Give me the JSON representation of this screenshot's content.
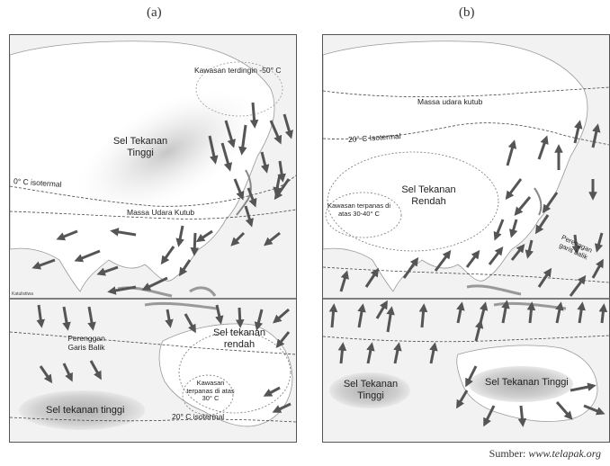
{
  "panels": [
    {
      "label": "(a)",
      "labels": {
        "coldest": "Kawasan terdingin -50° C",
        "high": "Sel Tekanan Tinggi",
        "iso0": "0° C  isotermal",
        "polar": "Massa Udara Kutub",
        "katulistiwa": "Katulistiwa",
        "trough": "Perenggan Garis Balik",
        "low": "Sel tekanan rendah",
        "hot": "Kawasan terpanas di atas 30° C",
        "high_south": "Sel tekanan tinggi",
        "iso20": "20° C  isotermal"
      }
    },
    {
      "label": "(b)",
      "labels": {
        "polar": "Massa udara kutub",
        "iso20": "20° C  Isotermal",
        "low": "Sel Tekanan Rendah",
        "hot": "Kawasan terpanas di atas 30-40° C",
        "trough": "Perenggan garis balik",
        "high_west": "Sel Tekanan Tinggi",
        "high_east": "Sel Tekanan Tinggi"
      }
    }
  ],
  "source": {
    "prefix": "Sumber:",
    "url": "www.telapak.org"
  }
}
